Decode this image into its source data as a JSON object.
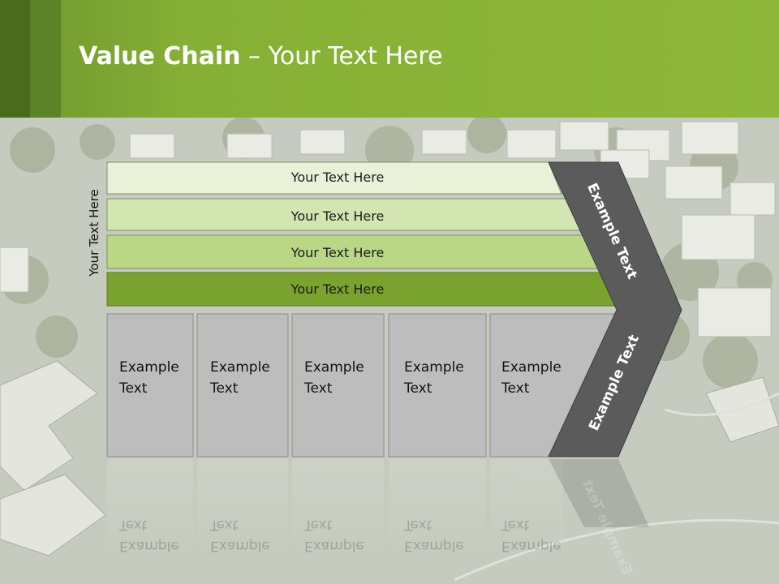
{
  "slide": {
    "title_bold": "Value Chain",
    "title_rest": " – Your Text Here",
    "side_label": "Your Text Here",
    "bars": [
      {
        "label": "Your Text Here",
        "color": "#e9f2d9"
      },
      {
        "label": "Your Text Here",
        "color": "#d3e6b1"
      },
      {
        "label": "Your Text Here",
        "color": "#b9d784"
      },
      {
        "label": "Your Text Here",
        "color": "#7aa22e"
      }
    ],
    "boxes": [
      {
        "line1": "Example",
        "line2": "Text"
      },
      {
        "line1": "Example",
        "line2": "Text"
      },
      {
        "line1": "Example",
        "line2": "Text"
      },
      {
        "line1": "Example",
        "line2": "Text"
      },
      {
        "line1": "Example",
        "line2": "Text"
      }
    ],
    "chevron_top": "Example Text",
    "chevron_bottom": "Example Text",
    "colors": {
      "header_green": "#8fb83a",
      "chevron_gray": "#5b5b5b",
      "box_gray": "#bdbdbd"
    }
  }
}
